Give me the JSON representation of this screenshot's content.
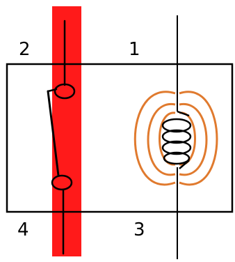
{
  "diagram": {
    "pins": {
      "p1": "1",
      "p2": "2",
      "p3": "3",
      "p4": "4"
    },
    "colors": {
      "highlight": "#ff1a1a",
      "field_lines": "#e07a2e",
      "wire": "#000000",
      "background": "#ffffff"
    },
    "icons": {
      "coil": "coil-icon",
      "switch": "switch-contact-icon",
      "magnetic_field": "magnetic-field-icon"
    }
  }
}
